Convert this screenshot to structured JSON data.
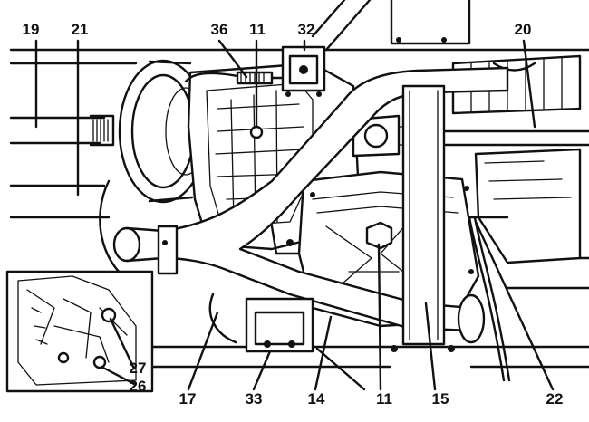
{
  "diagram": {
    "callouts": [
      {
        "id": "19",
        "text": "19"
      },
      {
        "id": "21",
        "text": "21"
      },
      {
        "id": "36",
        "text": "36"
      },
      {
        "id": "11_top",
        "text": "11"
      },
      {
        "id": "32",
        "text": "32"
      },
      {
        "id": "20",
        "text": "20"
      },
      {
        "id": "27",
        "text": "27"
      },
      {
        "id": "26",
        "text": "26"
      },
      {
        "id": "17",
        "text": "17"
      },
      {
        "id": "33",
        "text": "33"
      },
      {
        "id": "14",
        "text": "14"
      },
      {
        "id": "11_bottom",
        "text": "11"
      },
      {
        "id": "15",
        "text": "15"
      },
      {
        "id": "22",
        "text": "22"
      }
    ]
  }
}
